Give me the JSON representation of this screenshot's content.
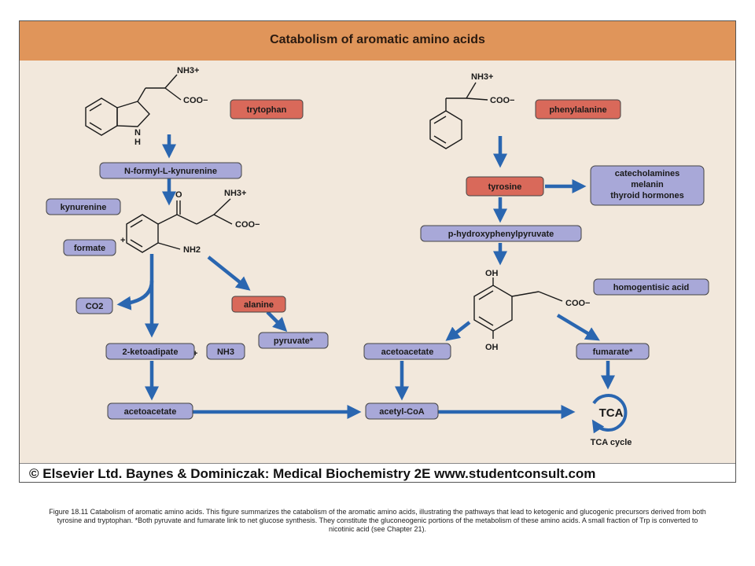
{
  "title": "Catabolism of aromatic amino acids",
  "copyright": "© Elsevier Ltd. Baynes & Dominiczak: Medical Biochemistry 2E www.studentconsult.com",
  "caption": "Figure 18.11 Catabolism of aromatic amino acids. This figure summarizes the catabolism of the aromatic amino acids, illustrating the pathways that lead to ketogenic and glucogenic precursors derived from both tyrosine and tryptophan. *Both pyruvate and fumarate link to net glucose synthesis. They constitute the gluconeogenic portions of the metabolism of these amino acids. A small fraction of Trp is converted to nicotinic acid (see Chapter 21).",
  "colors": {
    "header": "#e0955a",
    "background": "#f2e8dc",
    "amino_box": "#d9695a",
    "metabolite_box": "#a8a8d8",
    "arrow": "#2a66b0"
  },
  "nodes": {
    "trytophan": "trytophan",
    "n_formyl_kynurenine": "N-formyl-L-kynurenine",
    "kynurenine": "kynurenine",
    "formate": "formate",
    "co2": "CO2",
    "alanine": "alanine",
    "pyruvate": "pyruvate*",
    "ketoadipate": "2-ketoadipate",
    "nh3": "NH3",
    "acetoacetate_left": "acetoacetate",
    "acetyl_coa": "acetyl-CoA",
    "phenylalanine": "phenylalanine",
    "tyrosine": "tyrosine",
    "catecholamines": "catecholamines",
    "melanin": "melanin",
    "thyroid_hormones": "thyroid hormones",
    "hydroxyphenylpyruvate": "p-hydroxyphenylpyruvate",
    "homogentisic_acid": "homogentisic acid",
    "acetoacetate_right": "acetoacetate",
    "fumarate": "fumarate*",
    "tca": "TCA",
    "tca_cycle": "TCA cycle"
  },
  "chem_labels": {
    "nh3_plus": "NH3+",
    "coo_minus": "COO−",
    "indole_nh": "N",
    "indole_h": "H",
    "keto_o": "O",
    "nh2": "NH2",
    "oh": "OH",
    "plus": "+"
  }
}
